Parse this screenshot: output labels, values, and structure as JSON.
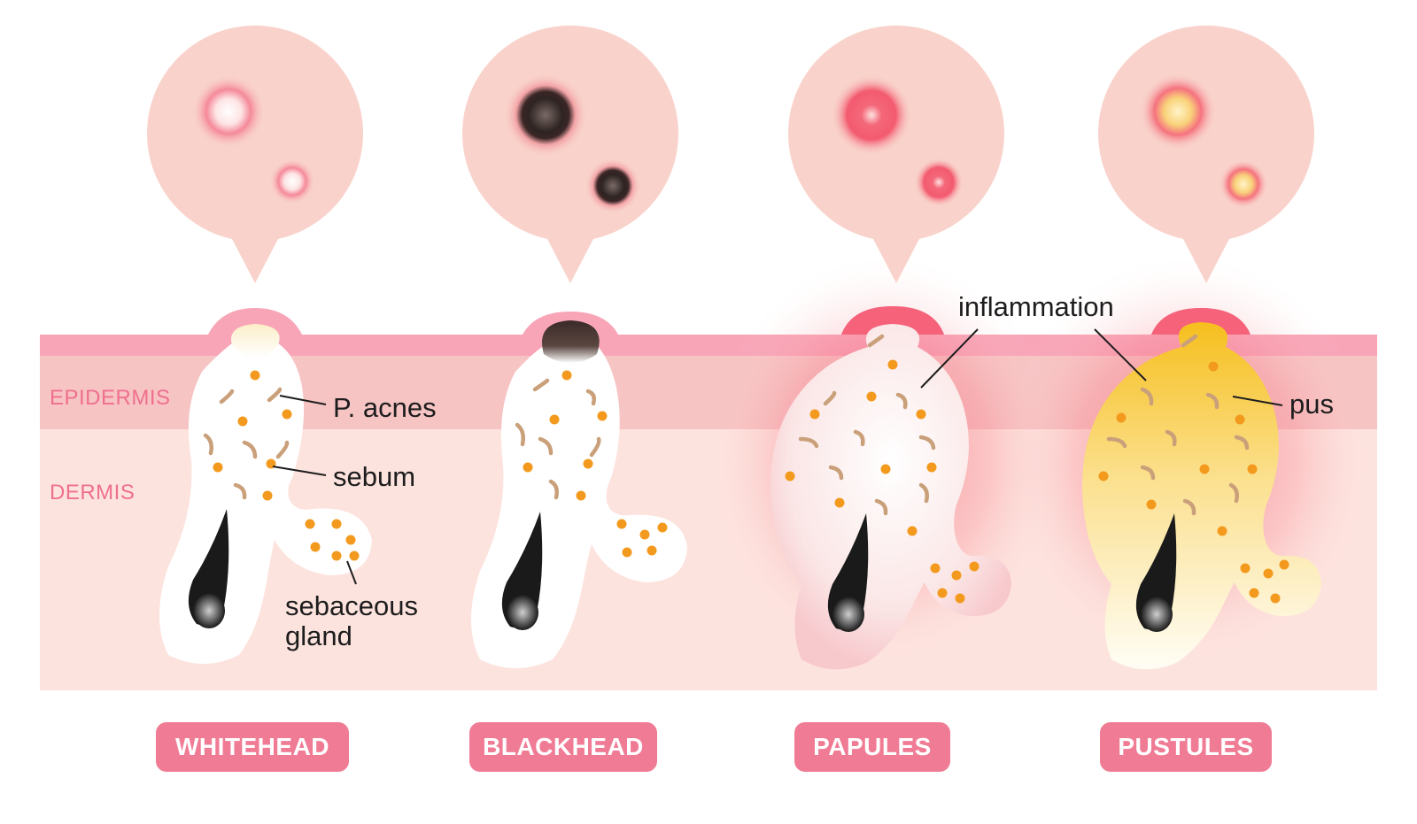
{
  "layers": {
    "epidermis": "EPIDERMIS",
    "dermis": "DERMIS"
  },
  "callouts": {
    "p_acnes": "P. acnes",
    "sebum": "sebum",
    "sebaceous_line1": "sebaceous",
    "sebaceous_line2": "gland",
    "inflammation": "inflammation",
    "pus": "pus"
  },
  "types": [
    {
      "label": "WHITEHEAD"
    },
    {
      "label": "BLACKHEAD"
    },
    {
      "label": "PAPULES"
    },
    {
      "label": "PUSTULES"
    }
  ],
  "colors": {
    "skin_top": "#f8a5b8",
    "epidermis": "#f7c4c4",
    "dermis": "#fde3de",
    "badge": "#f07b95",
    "bacteria": "#f39a1e",
    "sebum": "#c9a07a",
    "pus": "#f7c733",
    "inflammation": "#f5465f",
    "hair": "#1a1a1a"
  }
}
